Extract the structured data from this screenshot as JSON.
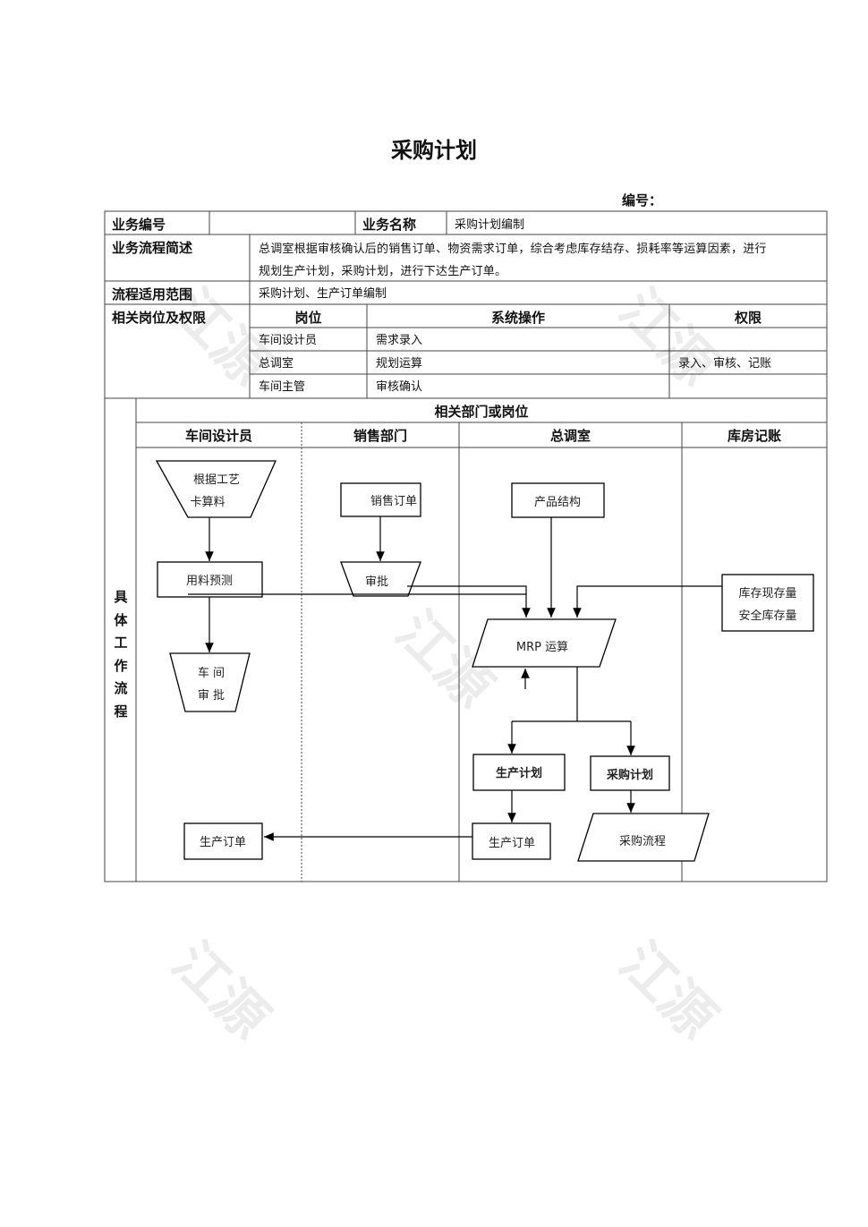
{
  "title": "采购计划",
  "code_label": "编号：",
  "watermark": "江源",
  "table": {
    "biz_code_label": "业务编号",
    "biz_code_value": "",
    "biz_name_label": "业务名称",
    "biz_name_value": "采购计划编制",
    "summary_label": "业务流程简述",
    "summary_line1": "总调室根据审核确认后的销售订单、物资需求订单，综合考虑库存结存、损耗率等运算因素，进行",
    "summary_line2": "规划生产计划，采购计划，进行下达生产订单。",
    "scope_label": "流程适用范围",
    "scope_value": "采购计划、生产订单编制",
    "roles_label": "相关岗位及权限",
    "roles_headers": [
      "岗位",
      "系统操作",
      "权限"
    ],
    "roles": [
      {
        "post": "车间设计员",
        "op": "需求录入",
        "perm": ""
      },
      {
        "post": "总调室",
        "op": "规划运算",
        "perm": "录入、审核、记账"
      },
      {
        "post": "车间主管",
        "op": "审核确认",
        "perm": ""
      }
    ],
    "dept_header": "相关部门或岗位",
    "lanes": [
      "车间设计员",
      "销售部门",
      "总调室",
      "库房记账"
    ],
    "flow_label": "具体工作流程"
  },
  "flow": {
    "calc_line1": "根据工艺",
    "calc_line2": "卡算料",
    "forecast": "用料预测",
    "ws_approve_line1": "车 间",
    "ws_approve_line2": "审 批",
    "sales_order": "销售订单",
    "approve": "审批",
    "product_structure": "产品结构",
    "mrp": "MRP 运算",
    "stock_line1": "库存现存量",
    "stock_line2": "安全库存量",
    "prod_plan": "生产计划",
    "purchase_plan": "采购计划",
    "prod_order_center": "生产订单",
    "prod_order_ws": "生产订单",
    "purchase_flow": "采购流程"
  }
}
